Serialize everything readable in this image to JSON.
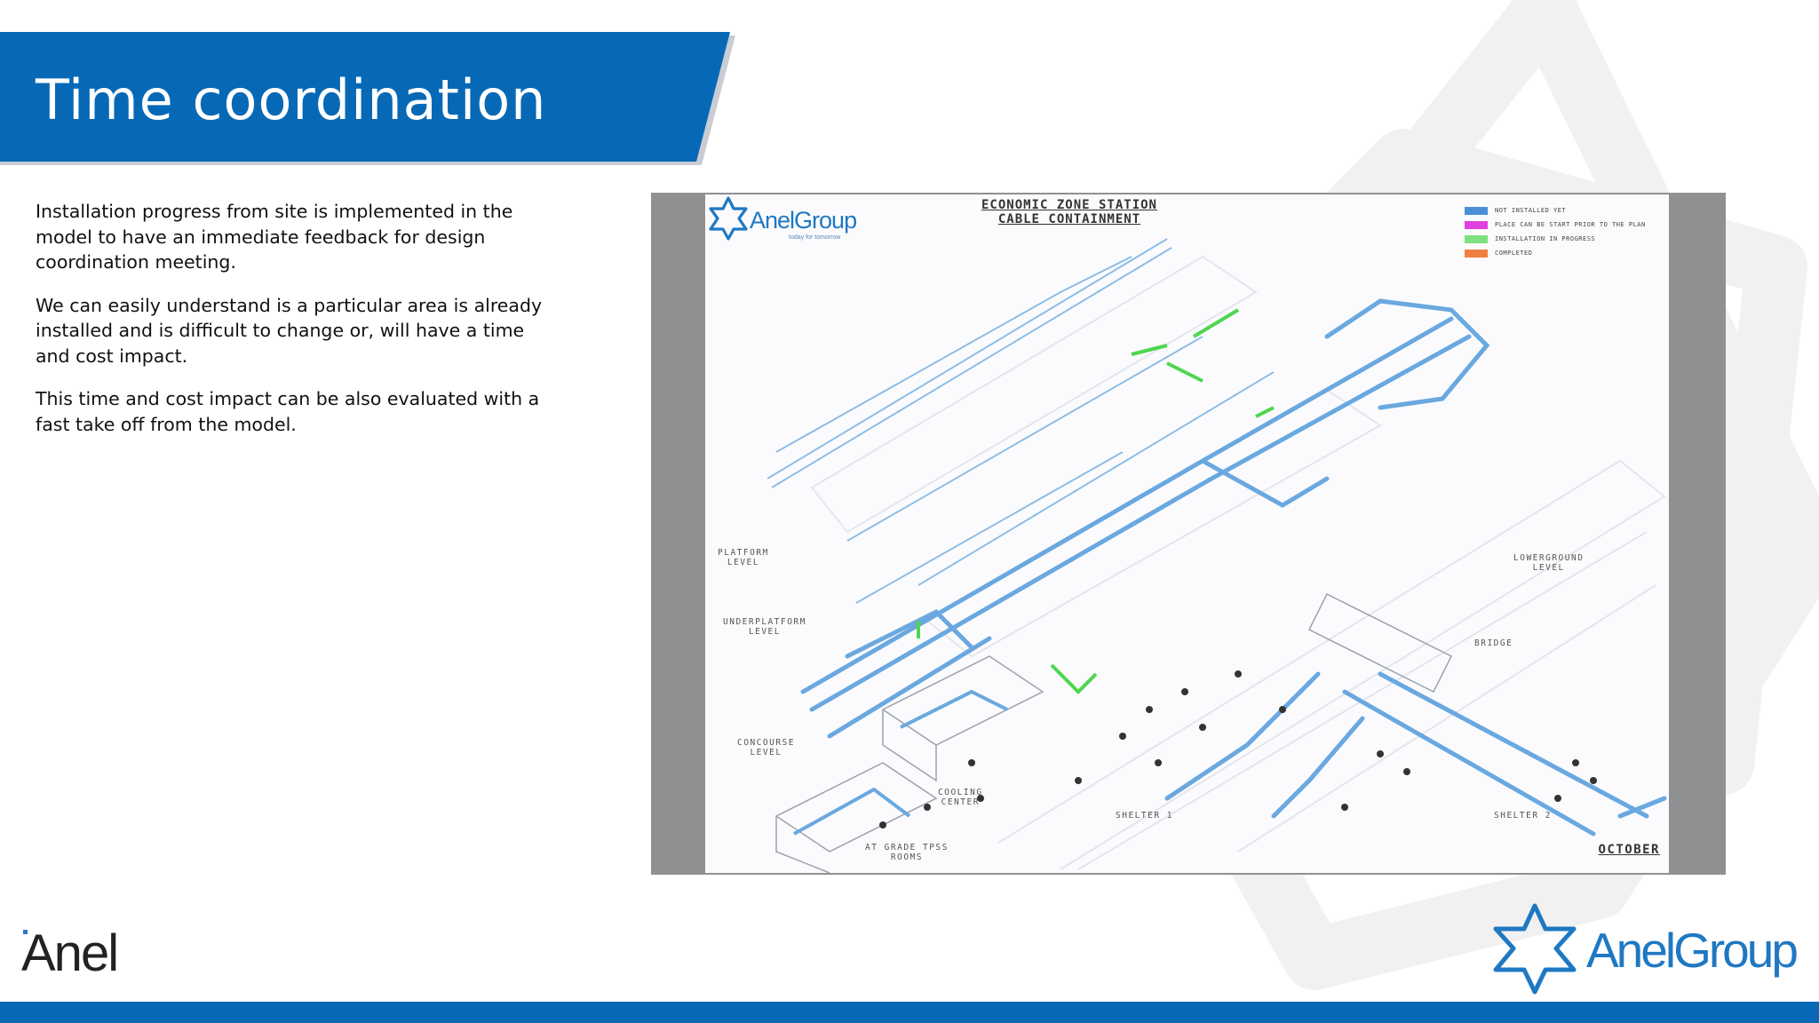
{
  "slide": {
    "title": "Time coordination",
    "paragraphs": [
      "Installation progress from site is implemented in the model to have an immediate feedback for design coordination meeting.",
      "We can easily understand is a particular area is already installed and is difficult to change or, will have a time and cost impact.",
      "This time and cost impact can be also evaluated with a fast take off from the model."
    ],
    "colors": {
      "brand_blue": "#0769b6",
      "logo_blue": "#1f78c2"
    }
  },
  "drawing": {
    "logo_text": "AnelGroup",
    "logo_tagline": "today for tomorrow",
    "title_line1": "ECONOMIC ZONE STATION",
    "title_line2": "CABLE CONTAINMENT",
    "legend": [
      {
        "label": "NOT INSTALLED YET",
        "color": "#4a90d9"
      },
      {
        "label": "PLACE CAN BE START PRIOR TO THE PLAN",
        "color": "#e040e0"
      },
      {
        "label": "INSTALLATION IN PROGRESS",
        "color": "#7ee07e"
      },
      {
        "label": "COMPLETED",
        "color": "#f08040"
      }
    ],
    "level_labels": {
      "platform": "PLATFORM\nLEVEL",
      "underplatform": "UNDERPLATFORM\nLEVEL",
      "concourse": "CONCOURSE\nLEVEL",
      "lowerground": "LOWERGROUND\nLEVEL",
      "bridge": "BRIDGE",
      "cooling": "COOLING\nCENTER",
      "rooms": "AT GRADE TPSS\nROOMS",
      "shelter1": "SHELTER 1",
      "shelter2": "SHELTER 2"
    },
    "month": "OCTOBER"
  },
  "footer": {
    "left_logo": "Anel",
    "right_logo": "AnelGroup"
  }
}
